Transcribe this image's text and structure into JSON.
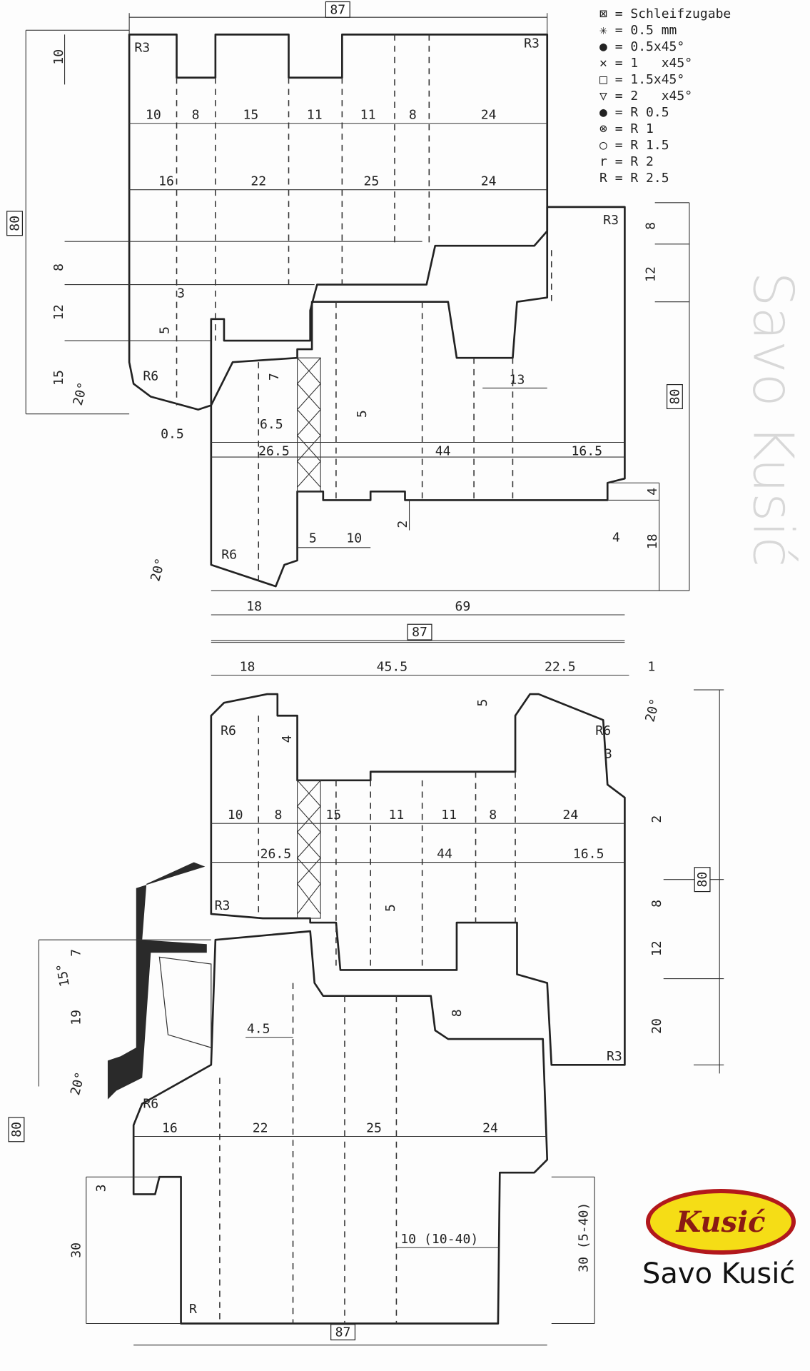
{
  "legend": [
    {
      "symbol": "⊠",
      "text": "= Schleifzugabe"
    },
    {
      "symbol": "✳",
      "text": "= 0.5 mm"
    },
    {
      "symbol": "●",
      "text": "= 0.5x45°"
    },
    {
      "symbol": "✕",
      "text": "= 1   x45°"
    },
    {
      "symbol": "□",
      "text": "= 1.5x45°"
    },
    {
      "symbol": "▽",
      "text": "= 2   x45°"
    },
    {
      "symbol": "●",
      "text": "= R 0.5"
    },
    {
      "symbol": "⊗",
      "text": "= R 1"
    },
    {
      "symbol": "○",
      "text": "= R 1.5"
    },
    {
      "symbol": "r",
      "text": "= R 2"
    },
    {
      "symbol": "R",
      "text": "= R 2.5"
    }
  ],
  "watermark": "Savo Kusić",
  "logo": {
    "oval_text": "Kusić",
    "name": "Savo Kusić",
    "colors": {
      "fill": "#f5dd16",
      "ring": "#b2181c",
      "text": "#8a1a14"
    }
  },
  "top": {
    "boxed": [
      "87",
      "80",
      "80",
      "87"
    ],
    "row1": [
      "10",
      "8",
      "15",
      "11",
      "11",
      "8",
      "24"
    ],
    "row2": [
      "16",
      "22",
      "25",
      "24"
    ],
    "left": [
      "10",
      "8",
      "12",
      "15",
      "3",
      "5",
      "20°"
    ],
    "radii": [
      "R3",
      "R3",
      "R3",
      "R6",
      "R6"
    ],
    "mid": [
      "7",
      "5",
      "6.5",
      "0.5",
      "26.5",
      "44",
      "16.5",
      "13"
    ],
    "right": [
      "8",
      "12",
      "4",
      "18",
      "4"
    ],
    "bottom": [
      "2",
      "5",
      "10",
      "20°",
      "18",
      "69"
    ]
  },
  "bottom": {
    "boxed": [
      "80",
      "80",
      "87"
    ],
    "row0": [
      "18",
      "45.5",
      "22.5",
      "1"
    ],
    "upper": [
      "5",
      "20°",
      "R6",
      "4",
      "R6",
      "3",
      "2"
    ],
    "row1": [
      "10",
      "8",
      "15",
      "11",
      "11",
      "8",
      "24"
    ],
    "row2": [
      "26.5",
      "44",
      "16.5"
    ],
    "right": [
      "8",
      "12",
      "20"
    ],
    "misc": [
      "R3",
      "5",
      "7",
      "15°",
      "19",
      "4.5",
      "8",
      "R3",
      "20°",
      "R6"
    ],
    "row3": [
      "16",
      "22",
      "25",
      "24"
    ],
    "base": [
      "3",
      "30",
      "10 (10-40)",
      "30 (5-40)",
      "R"
    ]
  }
}
